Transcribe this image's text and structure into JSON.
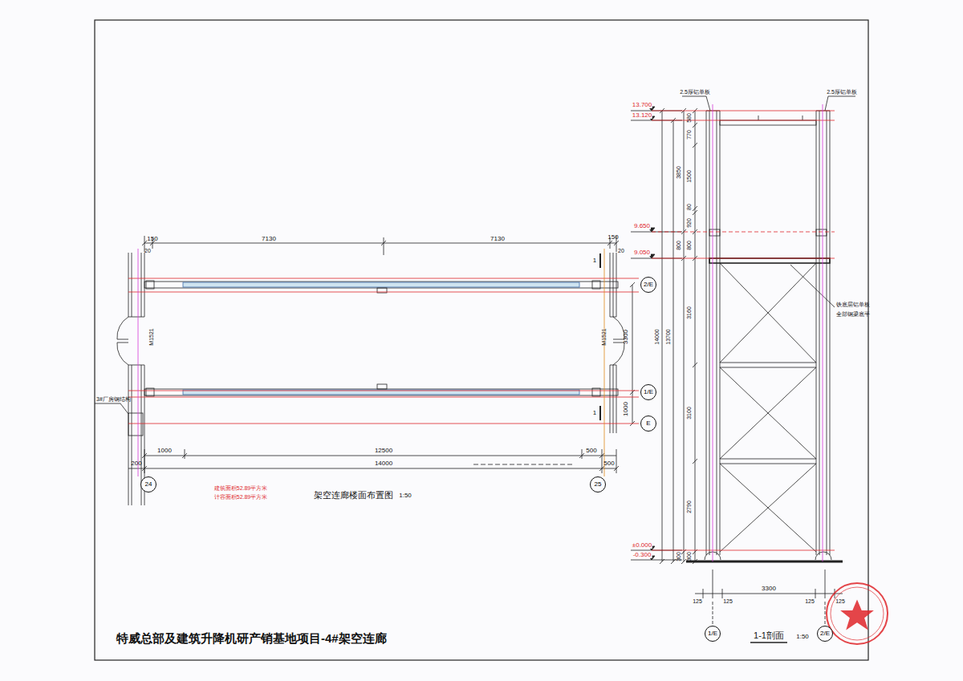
{
  "diagram": {
    "title": "特威总部及建筑升降机研产销基地项目-4#架空连廊",
    "nodes": [
      {
        "text": [
          "2/E"
        ]
      },
      {
        "text": [
          "1/E"
        ]
      },
      {
        "text": [
          "E"
        ]
      },
      {
        "text": [
          "24"
        ]
      },
      {
        "text": [
          "25"
        ]
      },
      {
        "text": [
          "1/E"
        ]
      },
      {
        "text": [
          "2/E"
        ]
      }
    ],
    "labels": [
      "150",
      "7130",
      "7130",
      "150",
      "20",
      "20",
      "M1521",
      "M1521",
      "3300",
      "1000",
      "1",
      "1",
      "3#厂房钢结构",
      "1000",
      "12500",
      "500",
      "200",
      "14000",
      "500",
      "建筑面积52.89平方米",
      "计容面积52.89平方米",
      "架空连廊楼面布置图",
      "1:50",
      "2.5厚铝单板",
      "2.5厚铝单板",
      "13.700",
      "13.120",
      "9.650",
      "9.050",
      "±0.000",
      "-0.300",
      "580",
      "770",
      "1500",
      "80",
      "920",
      "800",
      "3160",
      "3100",
      "2790",
      "300",
      "3850",
      "800",
      "300",
      "13700",
      "14000",
      "铁底层铝单板",
      "全部钢梁底平",
      "125",
      "125",
      "3300",
      "125",
      "125",
      "1-1剖面",
      "1:50"
    ]
  }
}
